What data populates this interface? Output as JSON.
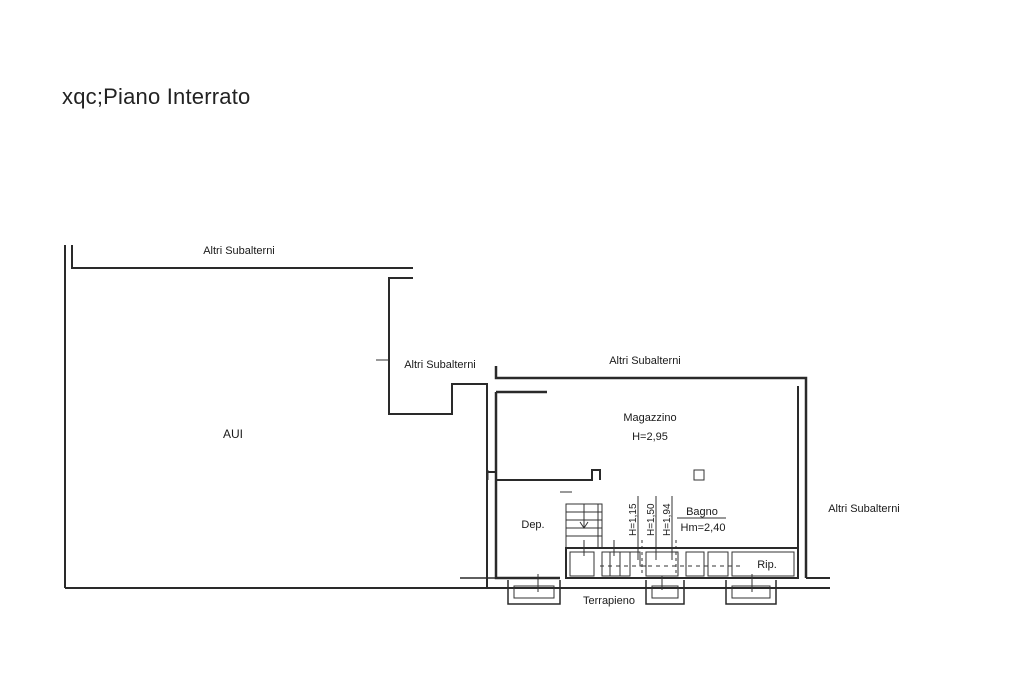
{
  "title": "xqc;Piano Interrato",
  "labels": {
    "altri_top": "Altri Subalterni",
    "altri_mid": "Altri Subalterni",
    "altri_right_top": "Altri Subalterni",
    "altri_right": "Altri Subalterni",
    "aui": "AUI",
    "magazzino": "Magazzino",
    "magazzino_h": "H=2,95",
    "dep": "Dep.",
    "bagno": "Bagno",
    "bagno_hm": "Hm=2,40",
    "rip": "Rip.",
    "terrapieno": "Terrapieno",
    "h1": "H=1,15",
    "h2": "H=1,50",
    "h3": "H=1,94"
  }
}
